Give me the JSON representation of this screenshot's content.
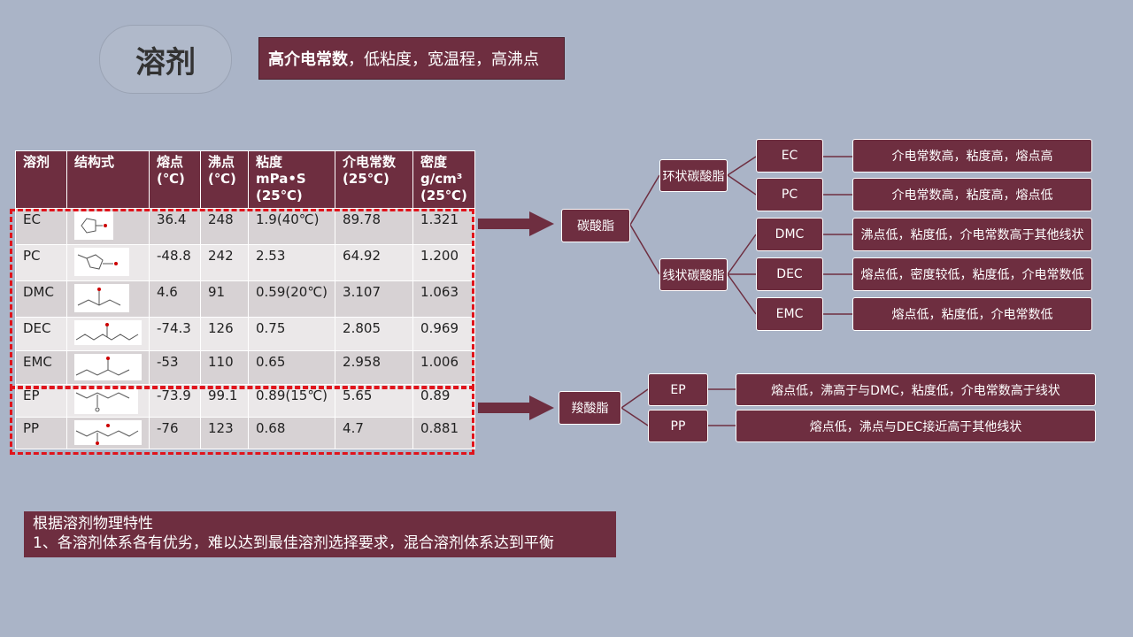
{
  "title": "溶剂",
  "headline": {
    "bold": "高介电常数",
    "rest": "，低粘度，宽温程，高沸点"
  },
  "table": {
    "headers": [
      "溶剂",
      "结构式",
      "熔点\n(℃)",
      "沸点\n(℃)",
      "粘度\nmPa•S\n(25℃)",
      "介电常数\n(25℃)",
      "密度\ng/cm³\n(25℃)"
    ],
    "rows": [
      {
        "name": "EC",
        "mp": "36.4",
        "bp": "248",
        "visc": "1.9(40℃)",
        "diel": "89.78",
        "dens": "1.321"
      },
      {
        "name": "PC",
        "mp": "-48.8",
        "bp": "242",
        "visc": "2.53",
        "diel": "64.92",
        "dens": "1.200"
      },
      {
        "name": "DMC",
        "mp": "4.6",
        "bp": "91",
        "visc": "0.59(20℃)",
        "diel": "3.107",
        "dens": "1.063"
      },
      {
        "name": "DEC",
        "mp": "-74.3",
        "bp": "126",
        "visc": "0.75",
        "diel": "2.805",
        "dens": "0.969"
      },
      {
        "name": "EMC",
        "mp": "-53",
        "bp": "110",
        "visc": "0.65",
        "diel": "2.958",
        "dens": "1.006"
      },
      {
        "name": "EP",
        "mp": "-73.9",
        "bp": "99.1",
        "visc": "0.89(15℃)",
        "diel": "5.65",
        "dens": "0.89"
      },
      {
        "name": "PP",
        "mp": "-76",
        "bp": "123",
        "visc": "0.68",
        "diel": "4.7",
        "dens": "0.881"
      }
    ]
  },
  "tree": {
    "carbonate": "碳酸脂",
    "cyclic": "环状碳酸脂",
    "linear": "线状碳酸脂",
    "carboxylate": "羧酸脂",
    "leaves": {
      "EC": {
        "name": "EC",
        "desc": "介电常数高，粘度高，熔点高"
      },
      "PC": {
        "name": "PC",
        "desc": "介电常数高，粘度高，熔点低"
      },
      "DMC": {
        "name": "DMC",
        "desc": "沸点低，粘度低，介电常数高于其他线状"
      },
      "DEC": {
        "name": "DEC",
        "desc": "熔点低，密度较低，粘度低，介电常数低"
      },
      "EMC": {
        "name": "EMC",
        "desc": "熔点低，粘度低，介电常数低"
      },
      "EP": {
        "name": "EP",
        "desc": "熔点低，沸高于与DMC，粘度低，介电常数高于线状"
      },
      "PP": {
        "name": "PP",
        "desc": "熔点低，沸点与DEC接近高于其他线状"
      }
    }
  },
  "note": {
    "line1": "根据溶剂物理特性",
    "line2": "1、各溶剂体系各有优劣，难以达到最佳溶剂选择要求，混合溶剂体系达到平衡"
  },
  "colors": {
    "accent": "#6e2e40",
    "background": "#aab4c7",
    "highlight": "#e0141c"
  }
}
